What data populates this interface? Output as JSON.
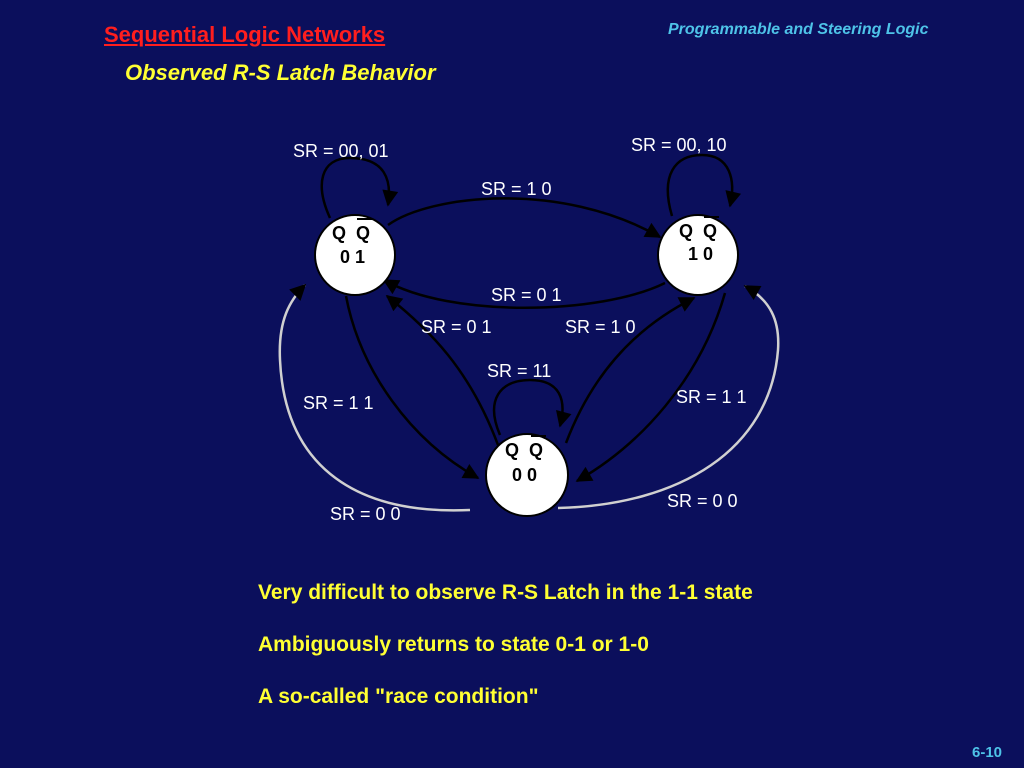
{
  "header": {
    "title": "Sequential Logic Networks",
    "right_title": "Programmable and Steering Logic",
    "subtitle": "Observed R-S Latch Behavior"
  },
  "diagram": {
    "states": {
      "s01": {
        "name_q": "Q",
        "name_qbar": "Q",
        "value": "0 1"
      },
      "s10": {
        "name_q": "Q",
        "name_qbar": "Q",
        "value": "1 0"
      },
      "s00": {
        "name_q": "Q",
        "name_qbar": "Q",
        "value": "0 0"
      }
    },
    "edges": {
      "self_01": "SR = 00, 01",
      "self_10": "SR = 00, 10",
      "t01_10": "SR = 1 0",
      "t10_01": "SR = 0 1",
      "t00_01": "SR = 0 1",
      "t00_10": "SR = 1 0",
      "self_00": "SR = 11",
      "t01_00": "SR = 1 1",
      "t10_00": "SR = 1 1",
      "race_left": "SR = 0 0",
      "race_right": "SR = 0 0"
    },
    "colors": {
      "edge": "#000000",
      "race_edge": "#d0d0d0",
      "node_fill": "#ffffff"
    }
  },
  "bullets": [
    "Very difficult to observe R-S Latch in the 1-1 state",
    "Ambiguously returns to state 0-1 or 1-0",
    "A so-called \"race condition\""
  ],
  "page_number": "6-10"
}
